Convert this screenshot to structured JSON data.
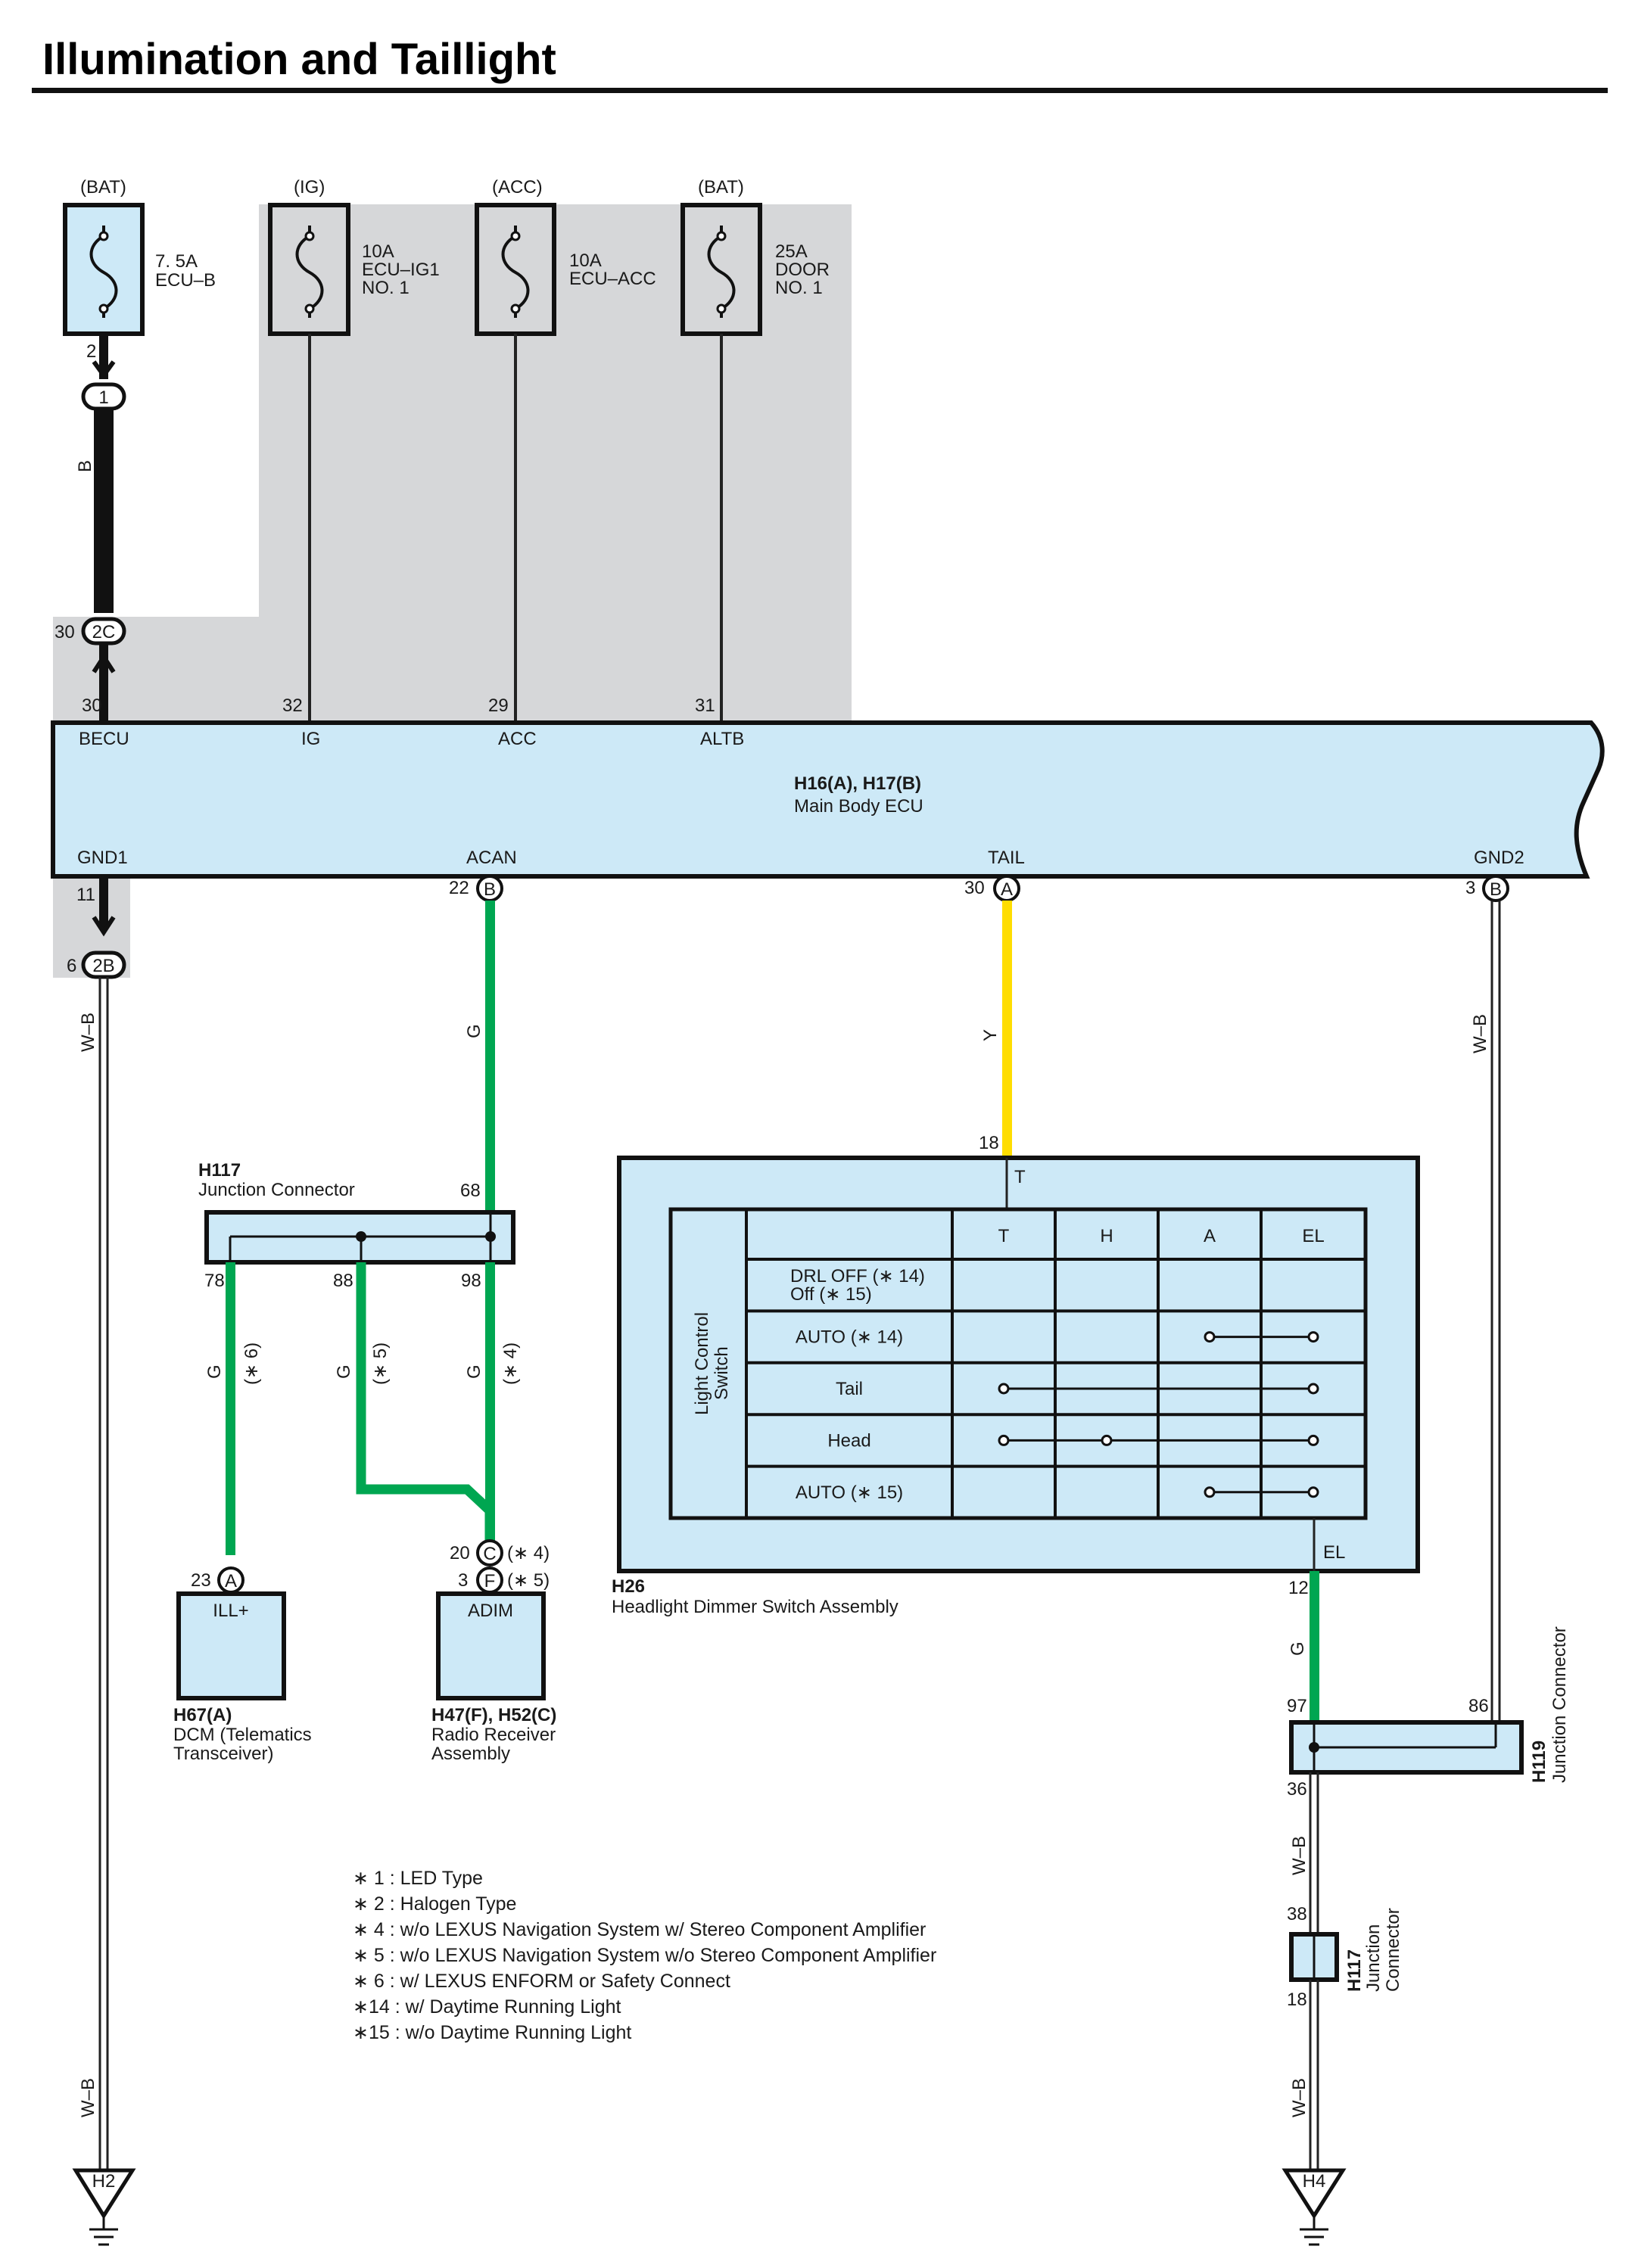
{
  "title": "Illumination and Taillight",
  "fuses": [
    {
      "source": "(BAT)",
      "rating": "7. 5A",
      "name": [
        "ECU–B"
      ]
    },
    {
      "source": "(IG)",
      "rating": "10A",
      "name": [
        "ECU–IG1",
        "NO. 1"
      ]
    },
    {
      "source": "(ACC)",
      "rating": "10A",
      "name": [
        "ECU–ACC"
      ]
    },
    {
      "source": "(BAT)",
      "rating": "25A",
      "name": [
        "DOOR",
        "NO. 1"
      ]
    }
  ],
  "main_ecu": {
    "code": "H16(A), H17(B)",
    "name": "Main Body ECU",
    "top_terminals": [
      {
        "pin": "30",
        "label": "BECU"
      },
      {
        "pin": "32",
        "label": "IG"
      },
      {
        "pin": "29",
        "label": "ACC"
      },
      {
        "pin": "31",
        "label": "ALTB"
      }
    ],
    "bottom_terminals": [
      {
        "pin": "11",
        "label": "GND1"
      },
      {
        "pin": "22",
        "label": "ACAN",
        "connector": "B"
      },
      {
        "pin": "30",
        "label": "TAIL",
        "connector": "A"
      },
      {
        "pin": "3",
        "label": "GND2",
        "connector": "B"
      }
    ]
  },
  "becu_feed": {
    "fuse_pin": "2",
    "splice_1": "1",
    "wire_color": "B",
    "splice_2_pin": "30",
    "splice_2": "2C"
  },
  "ground_left": {
    "splice_pin": "6",
    "splice": "2B",
    "wire_color": "W–B",
    "ground": "H2"
  },
  "acan_wire_color": "G",
  "tail_wire_color": "Y",
  "gnd2_wire_color": "W–B",
  "h117": {
    "code": "H117",
    "name": "Junction Connector",
    "pins": {
      "in": "68",
      "a": "78",
      "b": "88",
      "c": "98"
    },
    "branches": [
      {
        "color": "G",
        "note": "(∗ 6)"
      },
      {
        "color": "G",
        "note": "(∗ 5)"
      },
      {
        "color": "G",
        "note": "(∗ 4)"
      }
    ]
  },
  "h67": {
    "pin": "23",
    "connector": "A",
    "terminal": "ILL+",
    "code": "H67(A)",
    "name": [
      "DCM (Telematics",
      "Transceiver)"
    ]
  },
  "radio": {
    "pins": [
      {
        "pin": "20",
        "connector": "C",
        "note": "(∗ 4)"
      },
      {
        "pin": "3",
        "connector": "F",
        "note": "(∗ 5)"
      }
    ],
    "terminal": "ADIM",
    "code": "H47(F), H52(C)",
    "name": [
      "Radio Receiver",
      "Assembly"
    ]
  },
  "h26": {
    "code": "H26",
    "name": "Headlight Dimmer Switch Assembly",
    "pin_t": "18",
    "t_label": "T",
    "el_label": "EL",
    "pin_el": "12",
    "el_wire_color": "G",
    "switch_label": [
      "Light Control",
      "Switch"
    ],
    "columns": [
      "T",
      "H",
      "A",
      "EL"
    ],
    "rows": [
      {
        "label": [
          "DRL OFF (∗ 14)",
          "Off (∗ 15)"
        ],
        "span": null
      },
      {
        "label": [
          "AUTO (∗ 14)"
        ],
        "span": [
          2,
          3
        ]
      },
      {
        "label": [
          "Tail"
        ],
        "span": [
          0,
          3
        ]
      },
      {
        "label": [
          "Head"
        ],
        "span": [
          0,
          3
        ],
        "mid": [
          1
        ]
      },
      {
        "label": [
          "AUTO (∗ 15)"
        ],
        "span": [
          2,
          3
        ]
      }
    ]
  },
  "h119": {
    "code": "H119",
    "name": "Junction Connector",
    "pin_left": "97",
    "pin_right": "86",
    "pin_out": "36"
  },
  "h117_lower": {
    "code": "H117",
    "name": [
      "Junction",
      "Connector"
    ],
    "pin_in": "38",
    "pin_out": "18"
  },
  "ground_right": {
    "wire_color_1": "W–B",
    "wire_color_2": "W–B",
    "ground": "H4"
  },
  "notes": [
    "∗ 1 : LED Type",
    "∗ 2 : Halogen Type",
    "∗ 4 : w/o LEXUS Navigation System w/ Stereo Component Amplifier",
    "∗ 5 : w/o LEXUS Navigation System w/o Stereo Component Amplifier",
    "∗ 6 : w/ LEXUS ENFORM or Safety Connect",
    "∗14 : w/ Daytime Running Light",
    "∗15 : w/o Daytime Running Light"
  ],
  "colors": {
    "box_fill": "#cde9f7",
    "shade": "#d6d7d9",
    "green": "#00a651",
    "yellow": "#ffdd00",
    "black": "#111111"
  }
}
